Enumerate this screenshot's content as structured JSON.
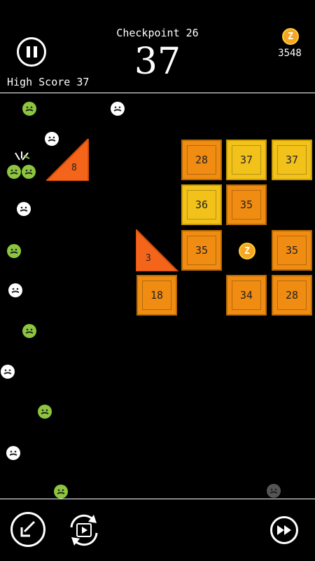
{
  "header": {
    "checkpoint_label": "Checkpoint 26",
    "score": "37",
    "high_score_label": "High Score 37",
    "coins": "3548"
  },
  "board": {
    "tiles": [
      {
        "value": "28",
        "color": "orange"
      },
      {
        "value": "37",
        "color": "yellow"
      },
      {
        "value": "37",
        "color": "yellow"
      },
      {
        "value": "36",
        "color": "yellow"
      },
      {
        "value": "35",
        "color": "orange"
      },
      {
        "value": "35",
        "color": "orange"
      },
      {
        "value": "35",
        "color": "orange"
      },
      {
        "value": "18",
        "color": "orange"
      },
      {
        "value": "34",
        "color": "orange"
      },
      {
        "value": "28",
        "color": "orange"
      }
    ],
    "triangles": [
      {
        "value": "8"
      },
      {
        "value": "3"
      }
    ]
  },
  "colors": {
    "tile_orange": "#f08c12",
    "tile_yellow": "#f2c21a",
    "triangle": "#f4641a",
    "ball_green": "#8cc63f",
    "ball_white": "#ffffff",
    "coin": "#f5a623"
  },
  "icons": {
    "pause": "pause-icon",
    "coin": "coin-icon",
    "recall": "recall-arrow-icon",
    "video_refresh": "video-refresh-icon",
    "fast_forward": "fast-forward-icon"
  }
}
